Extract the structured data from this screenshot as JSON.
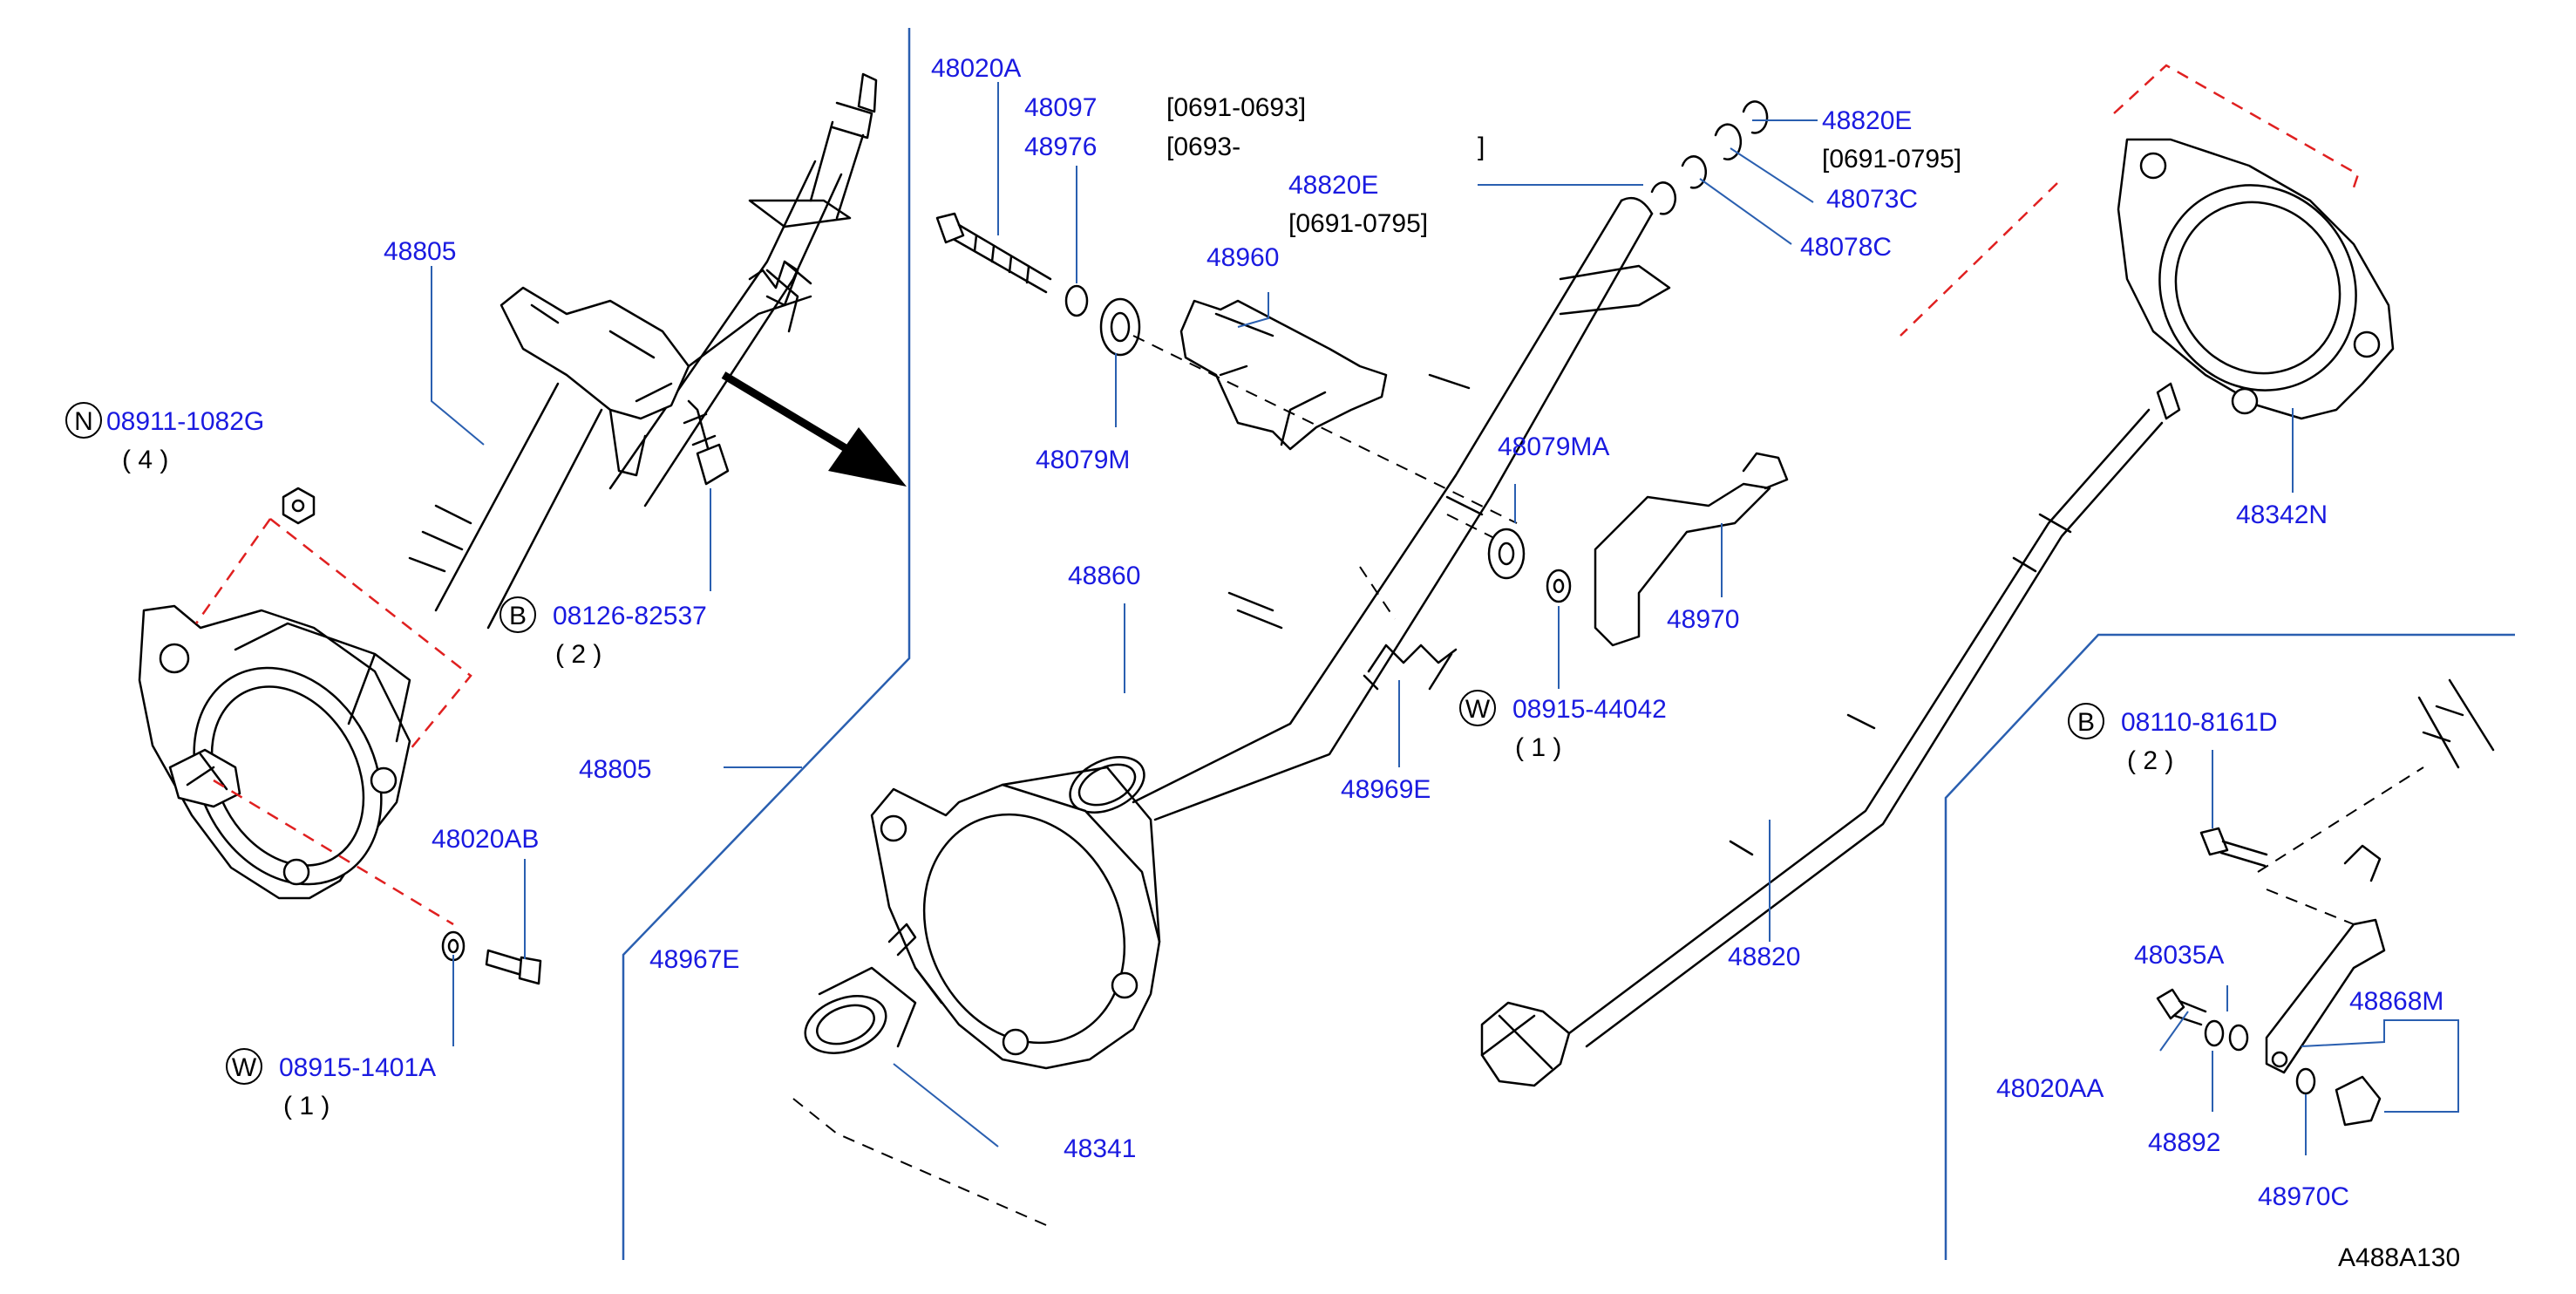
{
  "diagram_ref": "A488A130",
  "callouts": {
    "n": "N",
    "b1": "B",
    "b2": "B",
    "w1": "W",
    "w2": "W"
  },
  "labels": {
    "p48805_top": "48805",
    "p08911_1082G": "08911-1082G",
    "qty_4": "( 4 )",
    "p08126_82537": "08126-82537",
    "qty_2a": "( 2 )",
    "p48805_mid": "48805",
    "p48020AB": "48020AB",
    "p08915_1401A": "08915-1401A",
    "qty_1a": "( 1 )",
    "p48020A": "48020A",
    "p48097": "48097",
    "p48976": "48976",
    "date_0691_0693": "[0691-0693]",
    "date_0693_open": "[0693-",
    "date_close": "]",
    "p48820E_a": "48820E",
    "date_0691_0795_a": "[0691-0795]",
    "p48960": "48960",
    "p48079M": "48079M",
    "p48860": "48860",
    "p48079MA": "48079MA",
    "p48970": "48970",
    "p08915_44042": "08915-44042",
    "qty_1b": "( 1 )",
    "p48969E": "48969E",
    "p48967E": "48967E",
    "p48341": "48341",
    "p48820E_b": "48820E",
    "date_0691_0795_b": "[0691-0795]",
    "p48073C": "48073C",
    "p48078C": "48078C",
    "p48342N": "48342N",
    "p48820": "48820",
    "p08110_8161D": "08110-8161D",
    "qty_2b": "( 2 )",
    "p48035A": "48035A",
    "p48868M": "48868M",
    "p48020AA": "48020AA",
    "p48892": "48892",
    "p48970C": "48970C"
  }
}
